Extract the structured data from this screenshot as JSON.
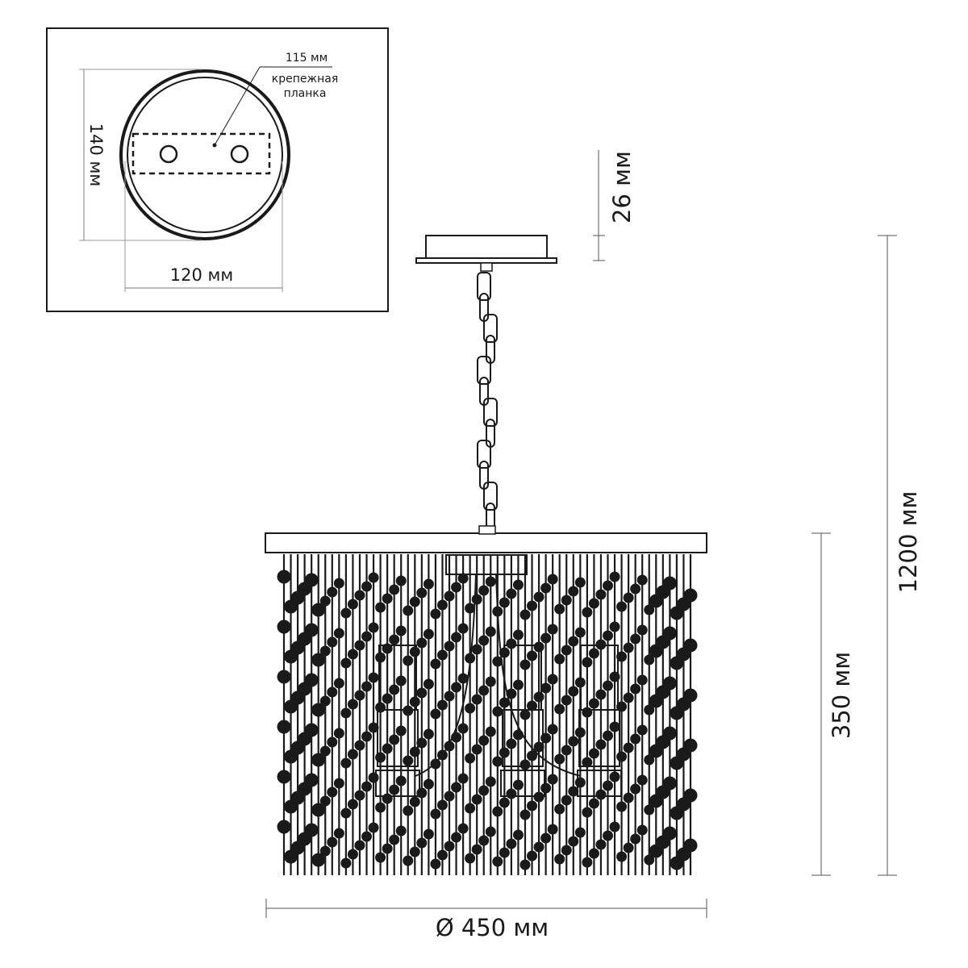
{
  "detail": {
    "height_label": "140 мм",
    "width_label": "120 мм",
    "plate_size_label": "115 мм",
    "plate_caption_line1": "крепежная",
    "plate_caption_line2": "планка"
  },
  "dimensions": {
    "canopy_height": "26 мм",
    "total_height": "1200 мм",
    "body_height": "350 мм",
    "diameter": "Ø 450 мм"
  },
  "colors": {
    "line": "#1a1a1a",
    "background": "#ffffff",
    "dimension_line": "#555555"
  }
}
